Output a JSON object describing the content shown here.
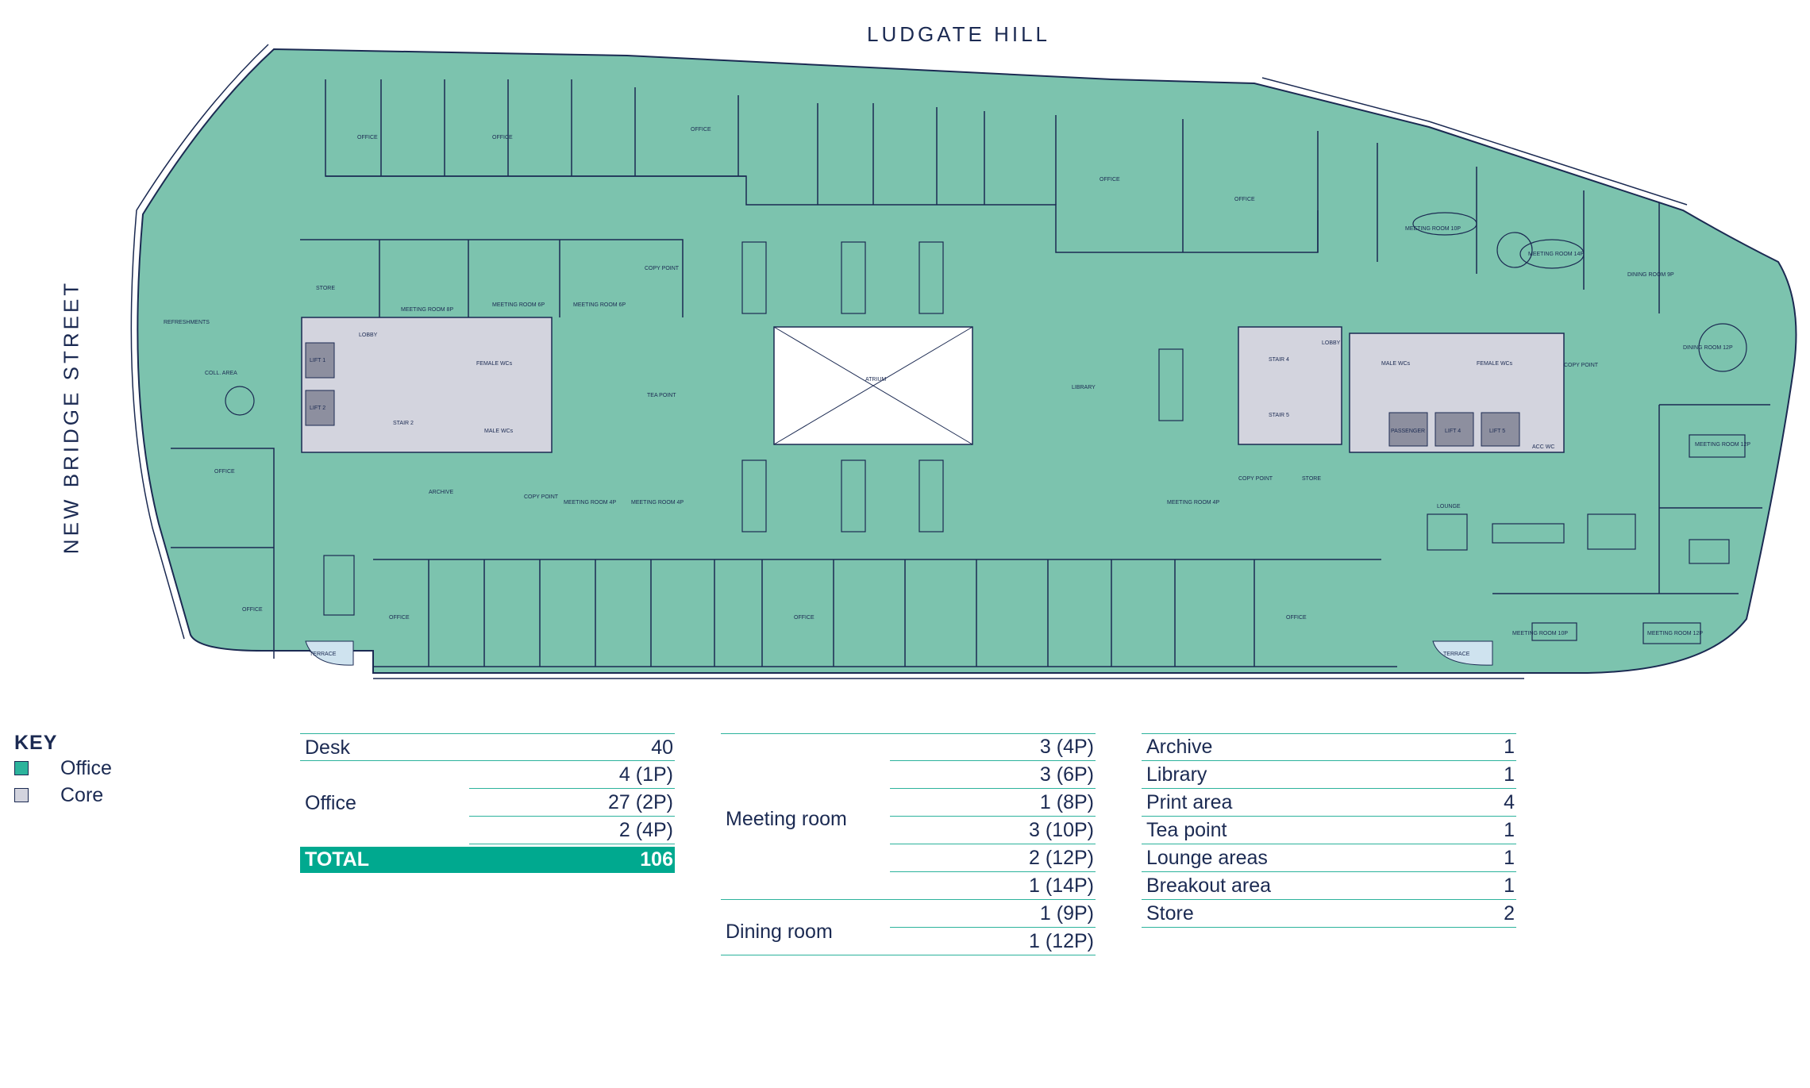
{
  "streets": {
    "top": "LUDGATE HILL",
    "left": "NEW BRIDGE STREET"
  },
  "colors": {
    "office": "#7cc3ae",
    "core": "#d3d4de",
    "line": "#1b2a52",
    "accent": "#00a98f"
  },
  "plan_labels": {
    "atrium": "ATRIUM",
    "library": "LIBRARY",
    "lounge": "LOUNGE",
    "archive": "ARCHIVE",
    "store": "STORE",
    "tea_point": "TEA POINT",
    "coll_area": "COLL. AREA",
    "refreshments": "REFRESHMENTS",
    "lobby": "LOBBY",
    "female_wcs": "FEMALE WCs",
    "male_wcs": "MALE WCs",
    "terrace": "TERRACE",
    "copy_point": "COPY POINT",
    "office": "OFFICE",
    "stair_2": "STAIR 2",
    "stair_4": "STAIR 4",
    "stair_5": "STAIR 5",
    "lift_1": "LIFT 1",
    "lift_2": "LIFT 2",
    "lift_4": "LIFT 4",
    "lift_5": "LIFT 5",
    "passenger": "PASSENGER",
    "acc_wc": "ACC WC",
    "meeting_room_8p": "MEETING ROOM 8P",
    "meeting_room_6p": "MEETING ROOM 6P",
    "meeting_room_4p": "MEETING ROOM 4P",
    "meeting_room_10p": "MEETING ROOM 10P",
    "meeting_room_12p": "MEETING ROOM 12P",
    "meeting_room_14p": "MEETING ROOM 14P",
    "dining_room_9p": "DINING ROOM 9P",
    "dining_room_12p": "DINING ROOM 12P"
  },
  "key": {
    "title": "KEY",
    "items": [
      {
        "label": "Office",
        "color": "#2cb39c"
      },
      {
        "label": "Core",
        "color": "#d3d4de"
      }
    ]
  },
  "table1": {
    "desk_label": "Desk",
    "desk_value": "40",
    "office_label": "Office",
    "office_values": [
      "4 (1P)",
      "27 (2P)",
      "2 (4P)"
    ],
    "total_label": "TOTAL",
    "total_value": "106"
  },
  "table2": {
    "meeting_label": "Meeting room",
    "meeting_values": [
      "3 (4P)",
      "3 (6P)",
      "1 (8P)",
      "3 (10P)",
      "2 (12P)",
      "1 (14P)"
    ],
    "dining_label": "Dining room",
    "dining_values": [
      "1 (9P)",
      "1 (12P)"
    ]
  },
  "table3": {
    "rows": [
      {
        "label": "Archive",
        "value": "1"
      },
      {
        "label": "Library",
        "value": "1"
      },
      {
        "label": "Print area",
        "value": "4"
      },
      {
        "label": "Tea point",
        "value": "1"
      },
      {
        "label": "Lounge areas",
        "value": "1"
      },
      {
        "label": "Breakout area",
        "value": "1"
      },
      {
        "label": "Store",
        "value": "2"
      }
    ]
  }
}
